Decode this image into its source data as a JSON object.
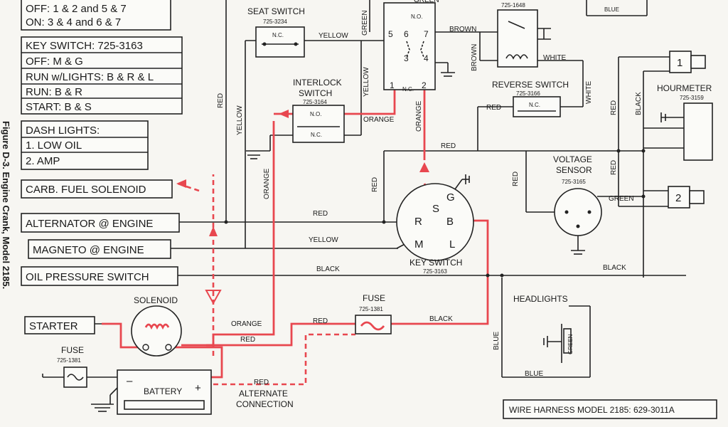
{
  "colors": {
    "wire": "#222222",
    "highlight": "#e8474f",
    "paper": "#f7f6f2"
  },
  "figure_caption": "Figure D-3. Engine Crank, Model 2185.",
  "legend_top": {
    "line1": "OFF: 1 & 2 and 5 & 7",
    "line2": "ON:   3 & 4 and 6 & 7"
  },
  "key_switch_legend": {
    "title": "KEY SWITCH: 725-3163",
    "rows": [
      "OFF: M & G",
      "RUN w/LIGHTS:  B & R & L",
      "RUN: B & R",
      "START: B & S"
    ]
  },
  "dash_lights": {
    "title": "DASH LIGHTS:",
    "rows": [
      "1. LOW OIL",
      "2. AMP"
    ]
  },
  "left_labels": {
    "carb": "CARB. FUEL SOLENOID",
    "alternator": "ALTERNATOR @ ENGINE",
    "magneto": "MAGNETO @ ENGINE",
    "oil": "OIL PRESSURE SWITCH",
    "starter": "STARTER"
  },
  "components": {
    "seat_switch": {
      "name": "SEAT SWITCH",
      "part": "725-3234",
      "contact": "N.C."
    },
    "interlock": {
      "name1": "INTERLOCK",
      "name2": "SWITCH",
      "part": "725-3164",
      "no": "N.O.",
      "nc": "N.C."
    },
    "relay": {
      "part": "725-1648"
    },
    "reverse": {
      "name": "REVERSE SWITCH",
      "part": "725-3166",
      "contact": "N.C."
    },
    "hourmeter": {
      "name": "HOURMETER",
      "part": "725-3159"
    },
    "voltage": {
      "name1": "VOLTAGE",
      "name2": "SENSOR",
      "part": "725-3165"
    },
    "key_switch": {
      "name": "KEY SWITCH",
      "part": "725-3163",
      "pins": [
        "G",
        "S",
        "B",
        "R",
        "M",
        "L"
      ]
    },
    "solenoid": {
      "name": "SOLENOID"
    },
    "fuse_mid": {
      "name": "FUSE",
      "part": "725-1381"
    },
    "fuse_left": {
      "name": "FUSE",
      "part": "725-1381"
    },
    "battery": {
      "name": "BATTERY",
      "minus": "–",
      "plus": "+"
    },
    "headlights": {
      "name": "HEADLIGHTS"
    },
    "pto_switch": {
      "no": "N.O.",
      "nc": "N.C.",
      "pins": [
        "5",
        "6",
        "7",
        "3",
        "4",
        "1",
        "2"
      ]
    },
    "dash_terminals": [
      "1",
      "2"
    ],
    "top_right_blue": "BLUE"
  },
  "wire_labels": {
    "yellow": "YELLOW",
    "green": "GREEN",
    "brown": "BROWN",
    "white": "WHITE",
    "red": "RED",
    "orange": "ORANGE",
    "black": "BLACK",
    "blue": "BLUE"
  },
  "alternate": {
    "line1": "ALTERNATE",
    "line2": "CONNECTION",
    "red": "RED"
  },
  "harness": "WIRE HARNESS MODEL 2185: 629-3011A"
}
